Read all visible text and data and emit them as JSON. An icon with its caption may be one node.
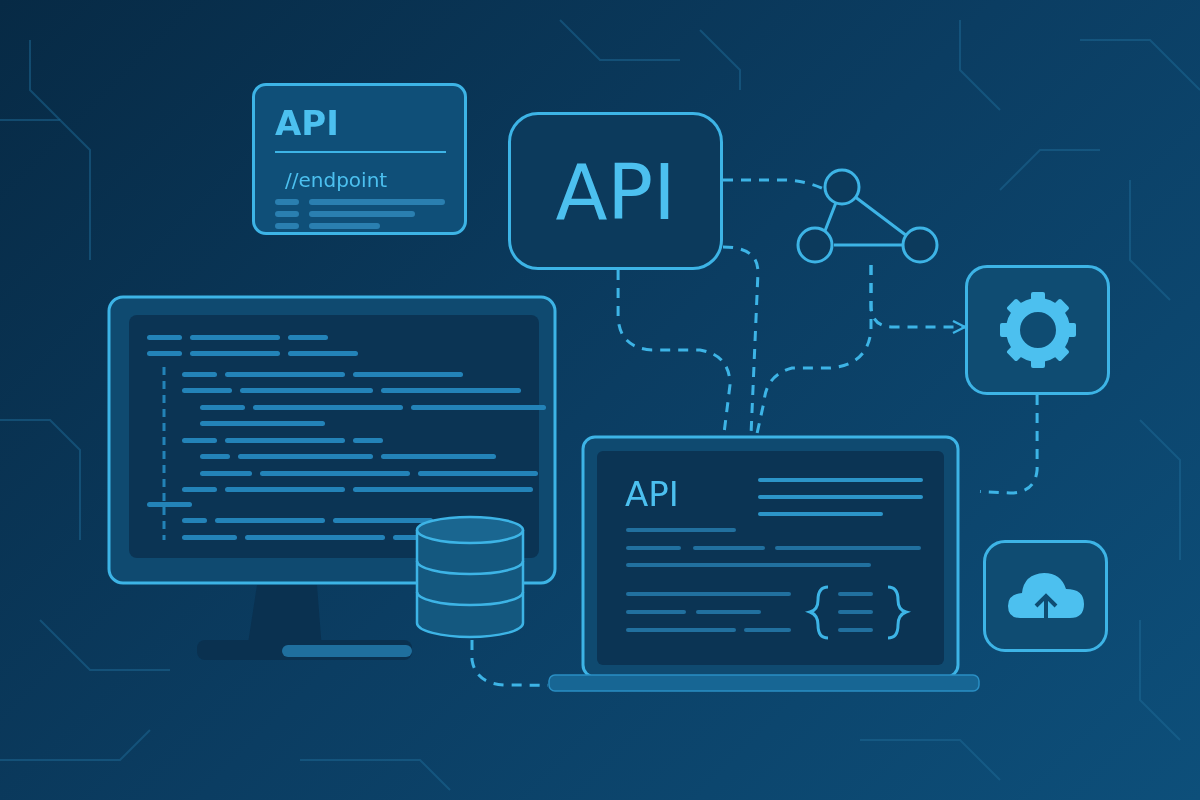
{
  "diagram": {
    "nodes": [
      {
        "text": [
          "API",
          "//endpoint"
        ]
      },
      {
        "text": [
          "API"
        ]
      },
      {
        "text": [],
        "shape": "picture"
      },
      {
        "text": [],
        "shape": "picture"
      },
      {
        "text": [],
        "shape": "cylinder"
      },
      {
        "text": [
          "API"
        ]
      },
      {
        "text": [],
        "shape": "box"
      },
      {
        "text": [],
        "shape": "box"
      }
    ],
    "edges": [
      {
        "from": 1,
        "to": 2,
        "arrow": "none",
        "style": "dashed"
      },
      {
        "from": 1,
        "to": 5,
        "arrow": "none",
        "style": "dashed"
      },
      {
        "from": 1,
        "to": 5,
        "arrow": "none",
        "style": "dashed"
      },
      {
        "from": 2,
        "to": 5,
        "arrow": "none",
        "style": "dashed"
      },
      {
        "from": 2,
        "to": 6,
        "arrow": "to",
        "style": "dashed"
      },
      {
        "from": 6,
        "to": 5,
        "arrow": "none",
        "style": "dashed"
      },
      {
        "from": 4,
        "to": 5,
        "arrow": "none",
        "style": "dashed"
      }
    ]
  }
}
